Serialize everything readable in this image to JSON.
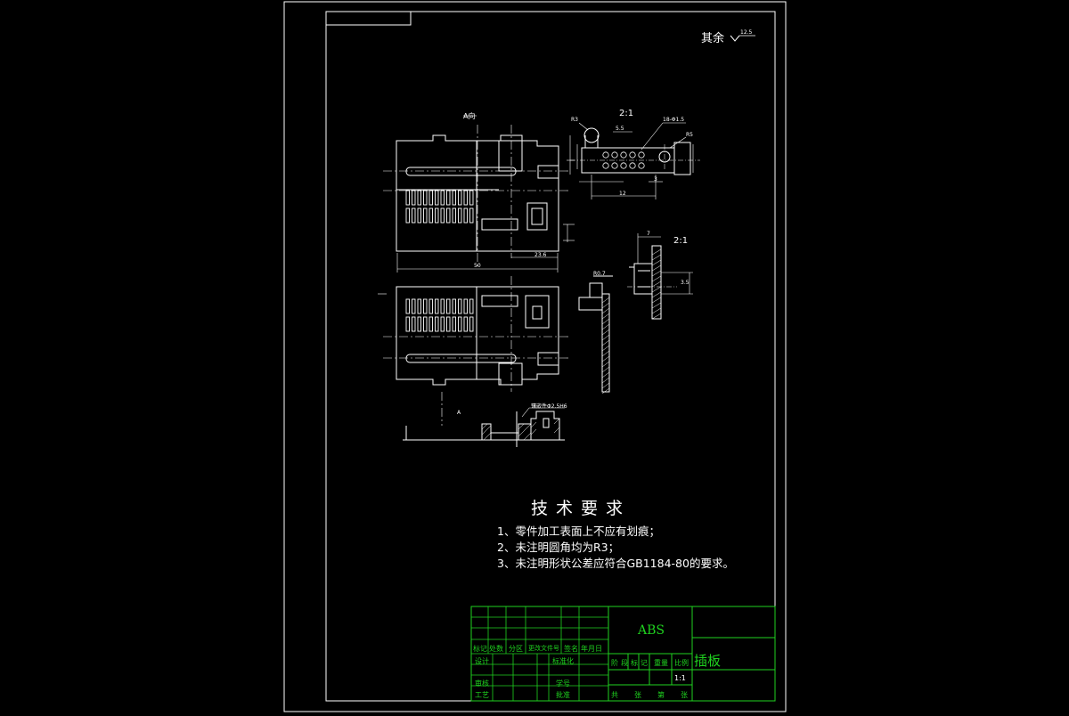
{
  "drawing": {
    "roughness_label": "其余",
    "roughness_value": "12.5",
    "view_labels": {
      "view_a": "A向",
      "detail_scale_1": "2:1",
      "detail_scale_2": "2:1",
      "section_a": "A"
    },
    "dimensions": {
      "overall_length": "50",
      "sub_length": "23.6",
      "detail_span": "12",
      "detail_hole_note": "18-Φ1.5",
      "detail_r_left": "R3",
      "detail_r_right": "R5",
      "small_1": "5.5",
      "small_2": "3",
      "detail_width": "7",
      "detail_height": "3.5",
      "section_note": "R0.7",
      "inlay_note": "镶嵌件Φ2.5H6"
    }
  },
  "requirements": {
    "title": "技术要求",
    "items": [
      "1、零件加工表面上不应有划痕；",
      "2、未注明圆角均为R3；",
      "3、未注明形状公差应符合GB1184-80的要求。"
    ]
  },
  "title_block": {
    "material": "ABS",
    "part_name": "插板",
    "scale": "1:1",
    "labels": {
      "mark": "标记",
      "count": "处数",
      "zone": "分区",
      "change_doc": "更改文件号",
      "sign": "签名",
      "date": "年月日",
      "design": "设计",
      "standardize": "标准化",
      "review": "审核",
      "process": "工艺",
      "approve": "批准",
      "student_no": "学号",
      "stage_mark": "阶段标记",
      "weight": "重量",
      "scale_label": "比例",
      "sheets": "共　张　第　张"
    }
  },
  "colors": {
    "background": "#000000",
    "line": "#ffffff",
    "title_block": "#1fd21f"
  }
}
